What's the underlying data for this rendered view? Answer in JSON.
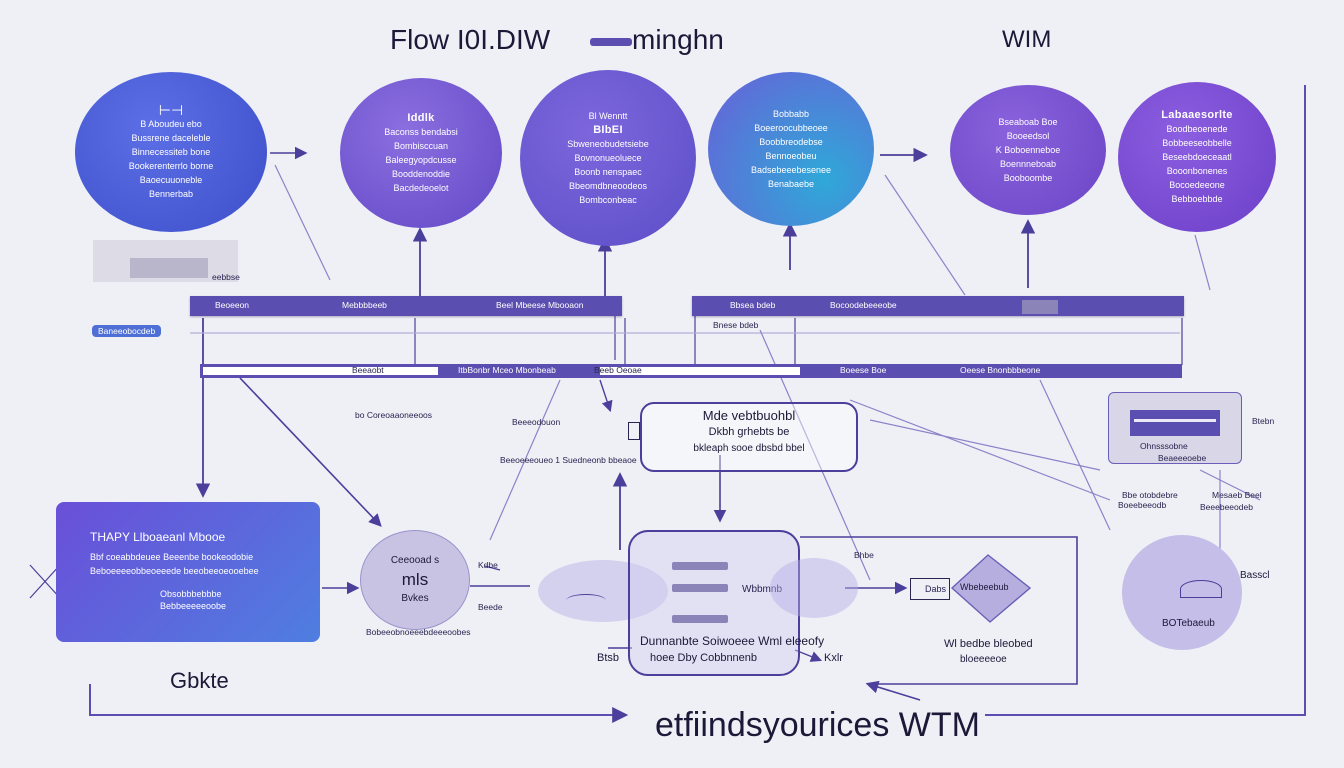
{
  "header": {
    "title_left": "Flow I0I.DIW",
    "title_mid": "minghn",
    "title_right": "WIM"
  },
  "circles": [
    {
      "id": "c1",
      "lines": [
        "B Aboudeu ebo",
        "Bussrene daceleble",
        "Binnecessiteb bone",
        "Bookerenterrlo borne",
        "Baoecuuoneble",
        "Bennerbab"
      ]
    },
    {
      "id": "c2",
      "lines": [
        "Iddlk",
        "Baconss bendabsi",
        "Bombisccuan",
        "Baleegyopdcusse",
        "Booddenoddie",
        "Bacdedeoelot"
      ]
    },
    {
      "id": "c3",
      "lines": [
        "Bl Wenntt",
        "BIbEI",
        "Sbweneobudetsiebe",
        "Bovnonueoluece",
        "Boonb nenspaec",
        "Bbeomdbneoodeos",
        "Bombconbeac"
      ]
    },
    {
      "id": "c4",
      "lines": [
        "Bobbabb",
        "Boeeroocubbeoee",
        "Boobbreodebse",
        "Bennoeobeu",
        "Badsebeeebesenee",
        "Benabaebe"
      ]
    },
    {
      "id": "c5",
      "lines": [
        "Bseaboab Boe",
        "Booeedsol",
        "K Boboenneboe",
        "Boennneboab",
        "Booboombe"
      ]
    },
    {
      "id": "c6",
      "lines": [
        "Labaaesorlte",
        "Boodbeoenede",
        "Bobbeeseobbelle",
        "Beseebdoeceaatl",
        "Booonbonenes",
        "Bocoedeeone",
        "Bebboebbde"
      ]
    }
  ],
  "left_notes": {
    "gray_label": "eebbse",
    "tag": "Baneeobocdeb"
  },
  "bar1": {
    "labels": [
      "Beoeeon",
      "Mebbbbeeb",
      "Beel Mbeese Mbooaon",
      "Bbsea bdeb",
      "Bocoodebeeeobe"
    ],
    "extra": "Bnese bdeb"
  },
  "bar2": {
    "labels": [
      "Beeaobt",
      "ItbBonbr Mceo Mbonbeab",
      "Beeb Oeoae",
      "Boeese Boe",
      "Oeese Bnonbbbeone"
    ]
  },
  "mid_labels": [
    "bo Coreoaaoneeoos",
    "Beeeodouon",
    "Beeoeeeoueo 1 Suedneonb bbeaoe"
  ],
  "center_box": {
    "lines": [
      "Mde vebtbuohbl",
      "Dkbh grhebts be",
      "bkleaph sooe dbsbd bbel"
    ]
  },
  "right_card": {
    "lines": [
      "Ohnsssobne",
      "Beaeeeoebe"
    ],
    "side": "Btebn"
  },
  "right_labels": {
    "a": "Bbe otobdebre",
    "b": "Boeebeeodb",
    "c": "Mesaeb Beel",
    "d": "Beeebeeodeb"
  },
  "blue_box": {
    "lines": [
      "THAPY Llboaeanl Mbooe",
      "Bbf coeabbdeuee Beeenbe bookeodobie",
      "Beboeeeeobbeoeeede beeobeeoeooebee",
      "Obsobbbebbbe",
      "Bebbeeeeeoobe"
    ]
  },
  "bottom_flow": {
    "circle_top": "Ceeooad s",
    "circle_mid": "mls",
    "circle_bot": "Bvkes",
    "circle_foot": "Bobeeobnoeeebdeeeoobes",
    "ghost_label": "Kdbe",
    "ghost_label2": "Beede",
    "box_label": "Wbbmnb",
    "box_line1": "Dunnanbte Soiwoeee Wml eleeofy",
    "box_line2a": "Btsb",
    "box_line2b": "hoee Dby Cobbnnenb",
    "box_line2c": "Kxlr",
    "arrow_label": "Dabs",
    "mid_label": "Bhbe",
    "diamond_label": "Wbebeebub",
    "diamond_side1": "Wl bedbe bleobed",
    "diamond_side2": "bloeeeeoe",
    "circle_r_label": "Basscl",
    "circle_r_inner": "BOTebaeub"
  },
  "footer": {
    "left": "Gbkte",
    "main": "etfiindsyourices WTM"
  }
}
